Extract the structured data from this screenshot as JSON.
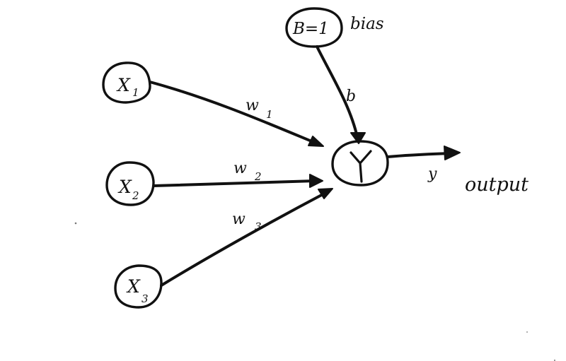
{
  "diagram": {
    "inputs": [
      {
        "label": "X",
        "subscript": "1"
      },
      {
        "label": "X",
        "subscript": "2"
      },
      {
        "label": "X",
        "subscript": "3"
      }
    ],
    "weights": [
      {
        "label": "w",
        "subscript": "1"
      },
      {
        "label": "w",
        "subscript": "2"
      },
      {
        "label": "w",
        "subscript": "3"
      }
    ],
    "bias_node": {
      "label": "B=1"
    },
    "bias_text": "bias",
    "bias_edge_label": "b",
    "neuron_icon": "y-sum-icon",
    "output_edge_label": "y",
    "output_text": "output",
    "stroke_color": "#111111",
    "background_color": "#ffffff"
  }
}
